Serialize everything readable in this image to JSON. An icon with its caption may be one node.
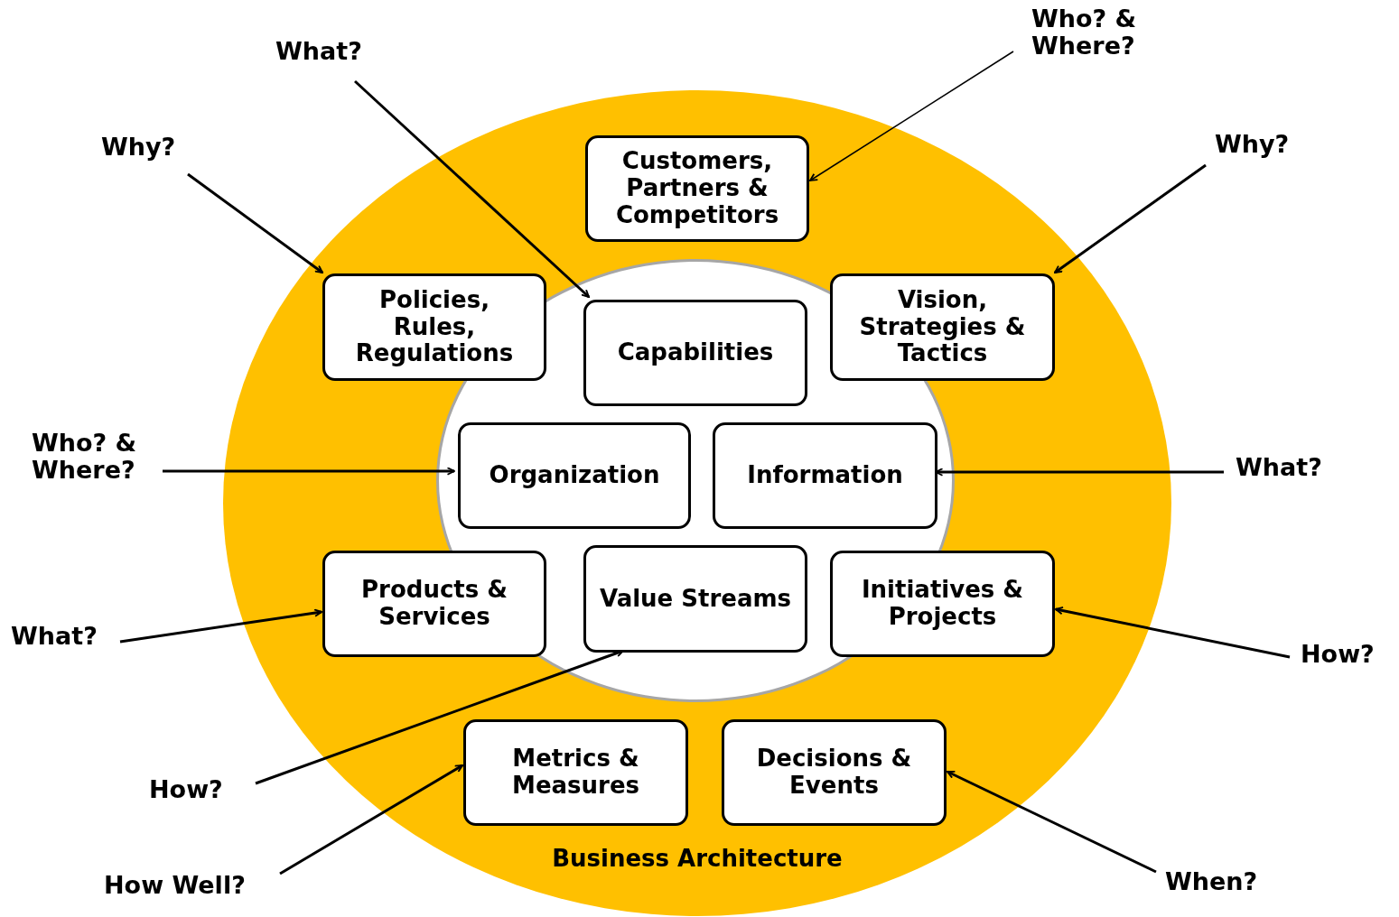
{
  "diagram": {
    "nodes": [
      {
        "text": [
          "Business Architecture"
        ]
      },
      {
        "text": [],
        "shape": "circle",
        "in": 0
      },
      {
        "text": [
          "Customers, Partners & Competitors"
        ],
        "in": 0
      },
      {
        "text": [
          "Policies, Rules, Regulations"
        ],
        "in": 0
      },
      {
        "text": [
          "Capabilities"
        ],
        "in": 1
      },
      {
        "text": [
          "Vision, Strategies & Tactics"
        ],
        "in": 0
      },
      {
        "text": [
          "Organization"
        ],
        "in": 1
      },
      {
        "text": [
          "Information"
        ],
        "in": 1
      },
      {
        "text": [
          "Products & Services"
        ],
        "in": 0
      },
      {
        "text": [
          "Value Streams"
        ],
        "in": 1
      },
      {
        "text": [
          "Initiatives & Projects"
        ],
        "in": 0
      },
      {
        "text": [
          "Metrics & Measures"
        ],
        "in": 0
      },
      {
        "text": [
          "Decisions & Events"
        ],
        "in": 0
      },
      {
        "text": [
          "What?"
        ]
      },
      {
        "text": [
          "Who? & Where?"
        ]
      },
      {
        "text": [
          "Why?"
        ]
      },
      {
        "text": [
          "Why?"
        ]
      },
      {
        "text": [
          "Who? & Where?"
        ]
      },
      {
        "text": [
          "What?"
        ]
      },
      {
        "text": [
          "What?"
        ]
      },
      {
        "text": [
          "How?"
        ]
      },
      {
        "text": [
          "How?"
        ]
      },
      {
        "text": [
          "How Well?"
        ]
      },
      {
        "text": [
          "When?"
        ]
      }
    ],
    "edges": [
      {
        "from": 13,
        "to": 4,
        "arrow": "to"
      },
      {
        "from": 14,
        "to": 2,
        "arrow": "to"
      },
      {
        "from": 15,
        "to": 3,
        "arrow": "to"
      },
      {
        "from": 16,
        "to": 5,
        "arrow": "to"
      },
      {
        "from": 17,
        "to": 6,
        "arrow": "to"
      },
      {
        "from": 18,
        "to": 7,
        "arrow": "to"
      },
      {
        "from": 19,
        "to": 8,
        "arrow": "to"
      },
      {
        "from": 20,
        "to": 10,
        "arrow": "to"
      },
      {
        "from": 21,
        "to": 9,
        "arrow": "to"
      },
      {
        "from": 22,
        "to": 11,
        "arrow": "to"
      },
      {
        "from": 23,
        "to": 12,
        "arrow": "to"
      }
    ]
  }
}
